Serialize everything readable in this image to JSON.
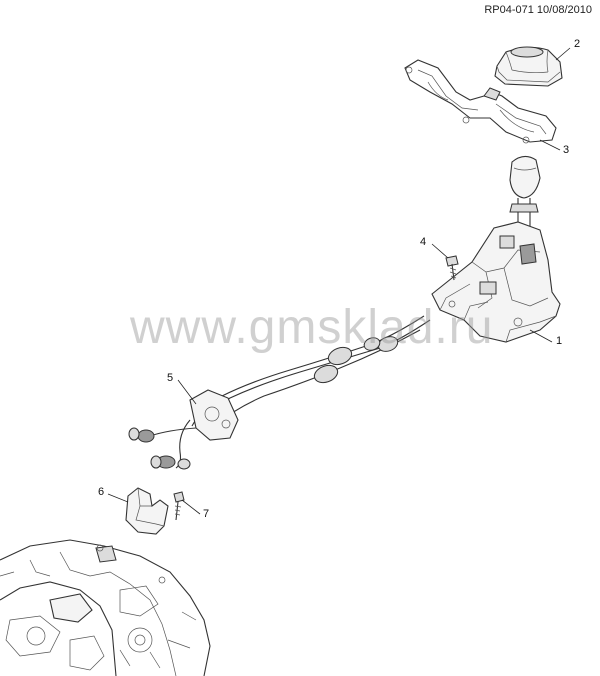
{
  "header": {
    "doc_ref": "RP04-071 10/08/2010"
  },
  "watermark": {
    "text": "www.gmsklad.ru"
  },
  "callouts": [
    {
      "id": "1",
      "label": "1"
    },
    {
      "id": "2",
      "label": "2"
    },
    {
      "id": "3",
      "label": "3"
    },
    {
      "id": "4",
      "label": "4"
    },
    {
      "id": "5",
      "label": "5"
    },
    {
      "id": "6",
      "label": "6"
    },
    {
      "id": "7",
      "label": "7"
    }
  ]
}
